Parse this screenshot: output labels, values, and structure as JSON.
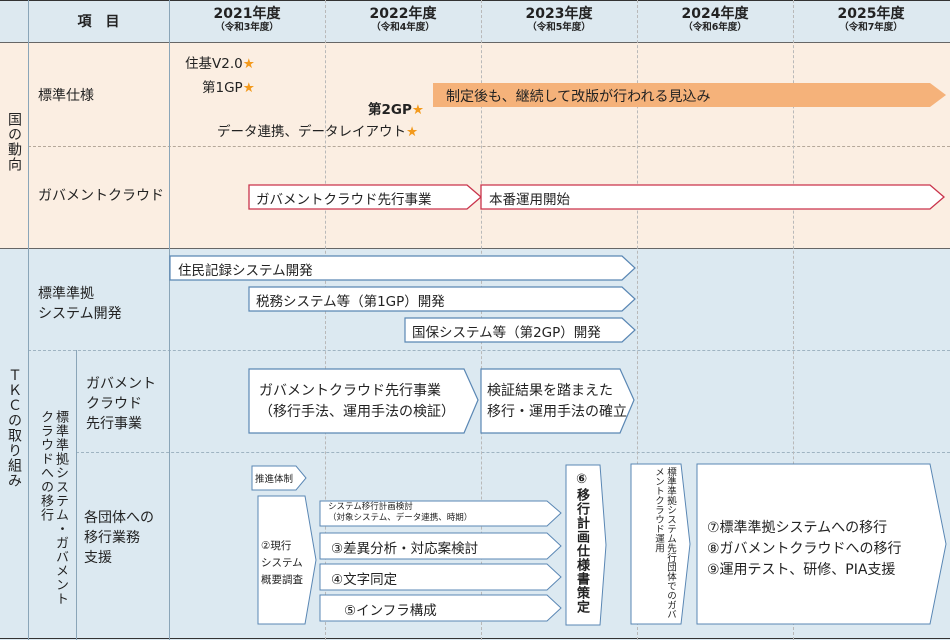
{
  "header": {
    "item_label": "項　目",
    "years": [
      {
        "label": "2021年度",
        "sub": "（令和3年度）"
      },
      {
        "label": "2022年度",
        "sub": "（令和4年度）"
      },
      {
        "label": "2023年度",
        "sub": "（令和5年度）"
      },
      {
        "label": "2024年度",
        "sub": "（令和6年度）"
      },
      {
        "label": "2025年度",
        "sub": "（令和7年度）"
      }
    ]
  },
  "sections": {
    "national": "国の動向",
    "tkc": "ＴＫＣの取り組み",
    "migration": "標準準拠システム・ガバメントクラウドへの移行"
  },
  "rows": {
    "standard_spec": "標準仕様",
    "gov_cloud": "ガバメントクラウド",
    "system_dev_1": "標準準拠",
    "system_dev_2": "システム開発",
    "pilot_1": "ガバメント",
    "pilot_2": "クラウド",
    "pilot_3": "先行事業",
    "support_1": "各団体への",
    "support_2": "移行業務",
    "support_3": "支援"
  },
  "milestones": {
    "m1": "住基V2.0",
    "m2": "第1GP",
    "m3": "第2GP",
    "m4": "データ連携、データレイアウト",
    "star": "★"
  },
  "bars": {
    "continuous_revision": "制定後も、継続して改版が行われる見込み",
    "gc_pilot": "ガバメントクラウド先行事業",
    "production_start": "本番運用開始",
    "resident_dev": "住民記録システム開発",
    "tax_dev": "税務システム等（第1GP）開発",
    "insurance_dev": "国保システム等（第2GP）開発",
    "pilot_box_1": "ガバメントクラウド先行事業",
    "pilot_box_2": "（移行手法、運用手法の検証）",
    "verify_1": "検証結果を踏まえた",
    "verify_2": "移行・運用手法の確立",
    "promotion": "推進体制",
    "current_1": "②現行",
    "current_2": "システム",
    "current_3": "概要調査",
    "plan_1": "システム移行計画検討",
    "plan_2": "（対象システム、データ連携、時期）",
    "gap": "③差異分析・対応案検討",
    "chars": "④文字同定",
    "infra": "⑤インフラ構成",
    "spec6": "⑥移行計画仕様書策定",
    "pilot_orgs": "標準準拠システム先行団体でのガバメントクラウド運用",
    "final_1": "⑦標準準拠システムへの移行",
    "final_2": "⑧ガバメントクラウドへの移行",
    "final_3": "⑨運用テスト、研修、PIA支援"
  },
  "colors": {
    "header_bg": "#dde9f0",
    "national_bg": "#fbeee2",
    "tkc_bg": "#dce9f1",
    "orange_bar": "#f5b27a",
    "red_border": "#c9334b",
    "blue_border": "#5a87b4",
    "star": "#f39a1d"
  }
}
